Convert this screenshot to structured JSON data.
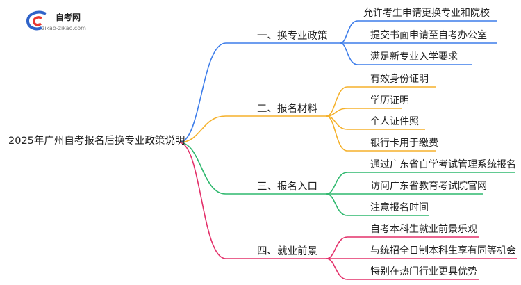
{
  "logo": {
    "name": "自考网",
    "url": "zikao-zikao.com"
  },
  "root": {
    "label": "2025年广州自考报名后换专业政策说明"
  },
  "colors": {
    "blue": "#3d7dea",
    "orange": "#f5b12b",
    "green": "#2fb86e",
    "pink": "#e3306a"
  },
  "branches": [
    {
      "label": "一、换专业政策",
      "color": "blue",
      "leaves": [
        "允许考生申请更换专业和院校",
        "提交书面申请至自考办公室",
        "满足新专业入学要求"
      ]
    },
    {
      "label": "二、报名材料",
      "color": "orange",
      "leaves": [
        "有效身份证明",
        "学历证明",
        "个人证件照",
        "银行卡用于缴费"
      ]
    },
    {
      "label": "三、报名入口",
      "color": "green",
      "leaves": [
        "通过广东省自学考试管理系统报名",
        "访问广东省教育考试院官网",
        "注意报名时间"
      ]
    },
    {
      "label": "四、就业前景",
      "color": "pink",
      "leaves": [
        "自考本科生就业前景乐观",
        "与统招全日制本科生享有同等机会",
        "特别在热门行业更具优势"
      ]
    }
  ]
}
